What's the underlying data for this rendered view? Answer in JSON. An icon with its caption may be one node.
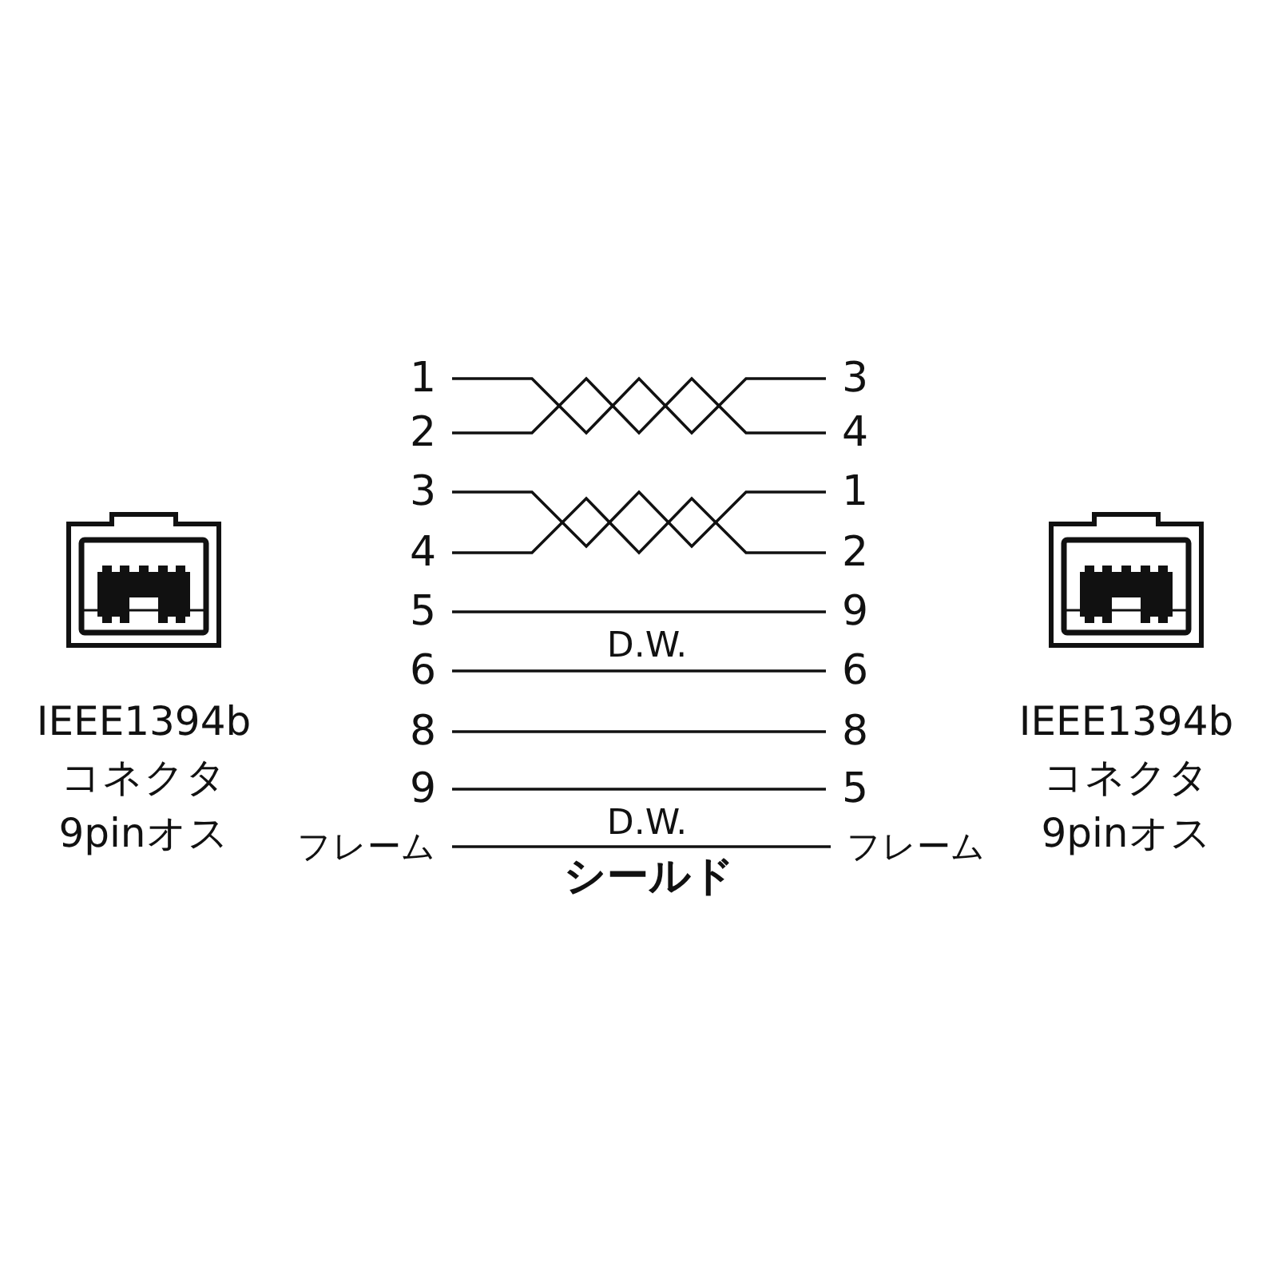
{
  "diagram": {
    "nodes": [
      {
        "text": [
          "IEEE1394b コネクタ 9pinオス"
        ]
      },
      {
        "text": [
          "1"
        ]
      },
      {
        "text": [
          "2"
        ]
      },
      {
        "text": [
          "3"
        ]
      },
      {
        "text": [
          "4"
        ]
      },
      {
        "text": [
          "5"
        ]
      },
      {
        "text": [
          "6"
        ]
      },
      {
        "text": [
          "8"
        ]
      },
      {
        "text": [
          "9"
        ]
      },
      {
        "text": [
          "フレーム"
        ]
      },
      {
        "text": [
          "3"
        ]
      },
      {
        "text": [
          "4"
        ]
      },
      {
        "text": [
          "1"
        ]
      },
      {
        "text": [
          "2"
        ]
      },
      {
        "text": [
          "9"
        ]
      },
      {
        "text": [
          "6"
        ]
      },
      {
        "text": [
          "8"
        ]
      },
      {
        "text": [
          "5"
        ]
      },
      {
        "text": [
          "フレーム"
        ]
      },
      {
        "text": [
          "IEEE1394b コネクタ 9pinオス"
        ]
      }
    ],
    "edges": [
      {
        "from": 1,
        "to": 10,
        "arrow": "none"
      },
      {
        "from": 2,
        "to": 11,
        "arrow": "none"
      },
      {
        "from": 3,
        "to": 12,
        "arrow": "none"
      },
      {
        "from": 4,
        "to": 13,
        "arrow": "none"
      },
      {
        "from": 5,
        "to": 14,
        "arrow": "none",
        "label": "D.W."
      },
      {
        "from": 6,
        "to": 15,
        "arrow": "none"
      },
      {
        "from": 7,
        "to": 16,
        "arrow": "none"
      },
      {
        "from": 8,
        "to": 17,
        "arrow": "none",
        "label": "D.W."
      },
      {
        "from": 9,
        "to": 18,
        "arrow": "none",
        "label": "シールド"
      }
    ]
  }
}
